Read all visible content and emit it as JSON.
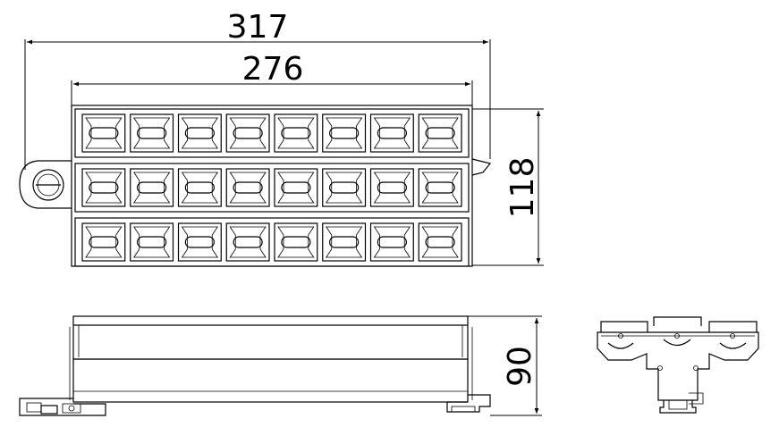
{
  "dimensions": {
    "overall_width": "317",
    "body_width": "276",
    "height": "118",
    "depth": "90"
  },
  "lens_grid": {
    "rows": 3,
    "columns": 8
  }
}
